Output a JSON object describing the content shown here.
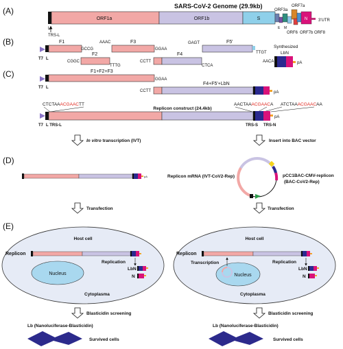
{
  "colors": {
    "orf1a": "#f2a8a6",
    "orf1b": "#c9c3e3",
    "spike": "#8fd0ea",
    "nucleus": "#a9d8ef",
    "cell": "#e6ebf6",
    "t7": "#8a74c8",
    "lb": "#2b2a8f",
    "n_gene": "#d9127a",
    "pa": "#f2a22a",
    "dark": "#111111",
    "red_seq": "#e0261d",
    "bac_green": "#2f9d4c",
    "bac_yellow": "#f4d31c",
    "survived": "#2c2a8c"
  },
  "panel_a": {
    "label": "(A)",
    "title": "SARS-CoV-2 Genome (29.9kb)",
    "orf1a": "ORF1a",
    "orf1b": "ORF1b",
    "s": "S",
    "leader": "L",
    "trs_l": "TRS-L",
    "orf3a": "ORF3a",
    "e": "E",
    "m": "M",
    "orf6": "ORF6",
    "orf7a": "ORF7a",
    "orf7b": "ORF7b",
    "orf8": "ORF8",
    "n": "N",
    "utr": "3'UTR"
  },
  "panel_b": {
    "label": "(B)",
    "t7": "T7",
    "leader": "L",
    "f1": "F1",
    "gccg": "GCCG",
    "aaac": "AAAC",
    "f3": "F3",
    "gaga": "GGAA",
    "f2": "F2",
    "cggc": "CGGC",
    "tttg": "TTTG",
    "cctt": "CCTT",
    "f4": "F4",
    "ctca": "CTCA",
    "gagt": "GAGT",
    "f5": "F5'",
    "ttgt": "TTGT",
    "synth": "Synthesized",
    "lbn": "LbN",
    "aaca": "AACA",
    "pa": "pA"
  },
  "panel_c": {
    "label": "(C)",
    "t7": "T7",
    "leader": "L",
    "f123": "F1+F2+F3",
    "gaga": "GGAA",
    "cctt": "CCTT",
    "f45lbn": "F4+F5'+LbN",
    "pa": "pA",
    "seq_left_black": "CTCTAA",
    "seq_left_red": "ACGAAC",
    "seq_left_end": "TT",
    "seq_mid_black": "AACTAA",
    "seq_mid_red": "ACGAAC",
    "seq_mid_end": "A",
    "seq_right_black": "ATCTAA",
    "seq_right_red": "ACGAAC",
    "seq_right_end": "AA",
    "replicon": "Replicon construct (24.4kb)",
    "t7_l": "T7",
    "l_trs": "L TRS-L",
    "trs_s": "TRS-S",
    "trs_n": "TRS-N"
  },
  "arrows": {
    "ivt_italic": "In vitro",
    "ivt_rest": " transcription (IVT)",
    "bac": "Insert into BAC vector",
    "transfection": "Transfection",
    "blasticidin": "Blasticidin screening"
  },
  "panel_d": {
    "label": "(D)",
    "mrna": "Replicon mRNA (IVT-CoV2-Rep)",
    "pa": "pA",
    "bac_line1": "pCC1BAC-CMV-replicon",
    "bac_line2": "(BAC-CoV2-Rep)"
  },
  "panel_e": {
    "label": "(E)",
    "host": "Host cell",
    "replicon": "Replicon",
    "replication": "Replication",
    "lbn": "LbN",
    "n": "N",
    "nucleus": "Nucleus",
    "cytoplasma": "Cytoplasma",
    "transcription": "Transcription",
    "lb_result": "Lb (Nanoluciferase-Blasticidin)",
    "survived": "Survived cells",
    "pa": "pA"
  }
}
